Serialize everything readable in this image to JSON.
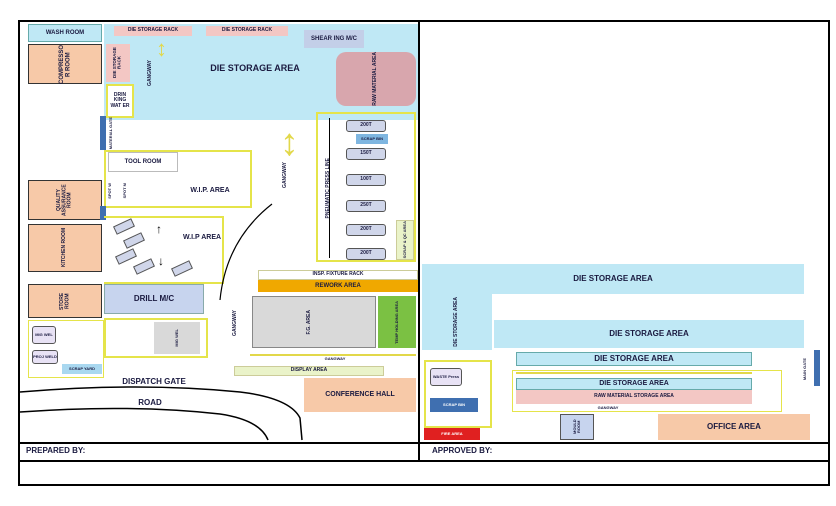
{
  "rooms": {
    "wash_room": "WASH ROOM",
    "compressor_room": "COMPRESSO R ROOM",
    "die_storage_rack_1": "DIE STORAGE RACK",
    "die_storage_rack_2": "DIE STORAGE RACK",
    "shear_mc": "SHEAR ING M/C",
    "die_storage_rack_v": "DIE STORAGE RACK",
    "gangway_top": "GANGWAY",
    "die_storage_area_top": "DIE STORAGE AREA",
    "raw_material_area": "RAW MATERIAL AREA",
    "drinking_water": "DRIN KING WAT ER",
    "material_gate": "MATERIAL GATE",
    "tool_room": "TOOL ROOM",
    "wip_area_1": "W.I.P. AREA",
    "wip_area_2": "W.I.P AREA",
    "gangway_center": "GANGWAY",
    "quality_assurance": "QUALITY ASSURANCE ROOM",
    "mc_small_1": "SPOT W",
    "mc_small_2": "SPOT M",
    "kitchen_room": "KITCHEN ROOM",
    "store_room": "STORE ROOM",
    "drill_mc": "DRILL M/C",
    "welding": "MIG WEL",
    "proj_weld": "PROJ WELD",
    "scrap_yard": "SCRAP YARD",
    "dispatch_gate": "DISPATCH GATE",
    "road": "ROAD",
    "conference_hall": "CONFERENCE HALL",
    "gangway_vertical": "GANGWAY",
    "fg_area": "F.G. AREA",
    "temp_holding": "TEMP HOLDING AREA",
    "press_line": "PNEUMATIC PRESS LINE",
    "press_1": "200T",
    "press_scrap": "SCRAP BIN",
    "press_2": "150T",
    "press_3": "100T",
    "press_4": "250T",
    "press_5": "200T",
    "press_6": "200T",
    "fixture_rack": "INSP. FIXTURE RACK",
    "rework_area": "REWORK AREA",
    "lift_ups": "SCRAP & QC AREA",
    "gangway_horizontal": "GANGWAY",
    "display_area": "DISPLAY AREA",
    "die_storage_right_1": "DIE STORAGE AREA",
    "die_storage_vertical": "DIE STORAGE AREA",
    "die_storage_right_2": "DIE STORAGE AREA",
    "die_storage_right_3": "DIE STORAGE AREA",
    "die_storage_right_4": "DIE STORAGE AREA",
    "raw_material_storage": "RAW MATERIAL STORAGE AREA",
    "gangway_bottom_right": "GANGWAY",
    "waste_press": "WASTE Press",
    "scrap_bin": "SCRAP BIN",
    "fire_area": "FIRE AREA",
    "mould_room": "MOULD ROOM",
    "office_area": "OFFICE AREA",
    "main_gate": "MAIN GATE"
  },
  "footer": {
    "prepared_by": "PREPARED BY:",
    "approved_by": "APPROVED BY:"
  },
  "colors": {
    "light_blue": "#bfe8f5",
    "peach": "#f7c9a8",
    "pink": "#f3c7c4",
    "orange": "#f0a800",
    "green": "#7bc143",
    "red": "#e02020",
    "door_blue": "#3f6fb0"
  }
}
